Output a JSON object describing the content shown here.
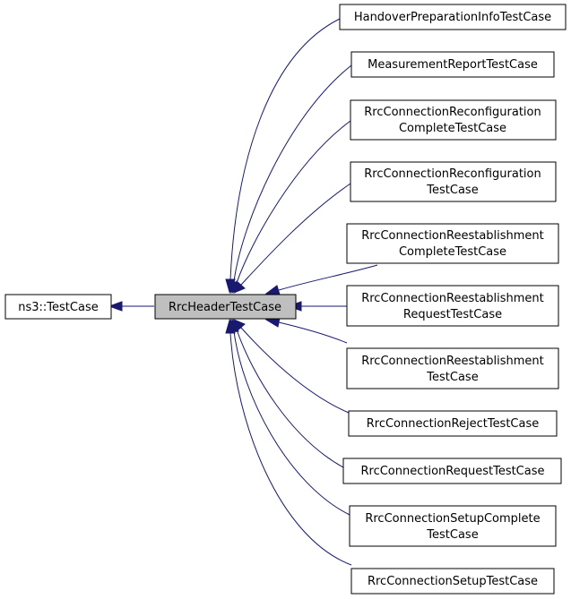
{
  "diagram": {
    "nodes": {
      "testcase": "ns3::TestCase",
      "header": "RrcHeaderTestCase",
      "handover": "HandoverPreparationInfoTestCase",
      "measurement": "MeasurementReportTestCase",
      "reconfig_complete": [
        "RrcConnectionReconfiguration",
        "CompleteTestCase"
      ],
      "reconfig": [
        "RrcConnectionReconfiguration",
        "TestCase"
      ],
      "reest_complete": [
        "RrcConnectionReestablishment",
        "CompleteTestCase"
      ],
      "reest_request": [
        "RrcConnectionReestablishment",
        "RequestTestCase"
      ],
      "reest": [
        "RrcConnectionReestablishment",
        "TestCase"
      ],
      "reject": "RrcConnectionRejectTestCase",
      "request": "RrcConnectionRequestTestCase",
      "setup_complete": [
        "RrcConnectionSetupComplete",
        "TestCase"
      ],
      "setup": "RrcConnectionSetupTestCase"
    },
    "edge_color": "#191970",
    "focus_fill": "#bfbfbf"
  }
}
